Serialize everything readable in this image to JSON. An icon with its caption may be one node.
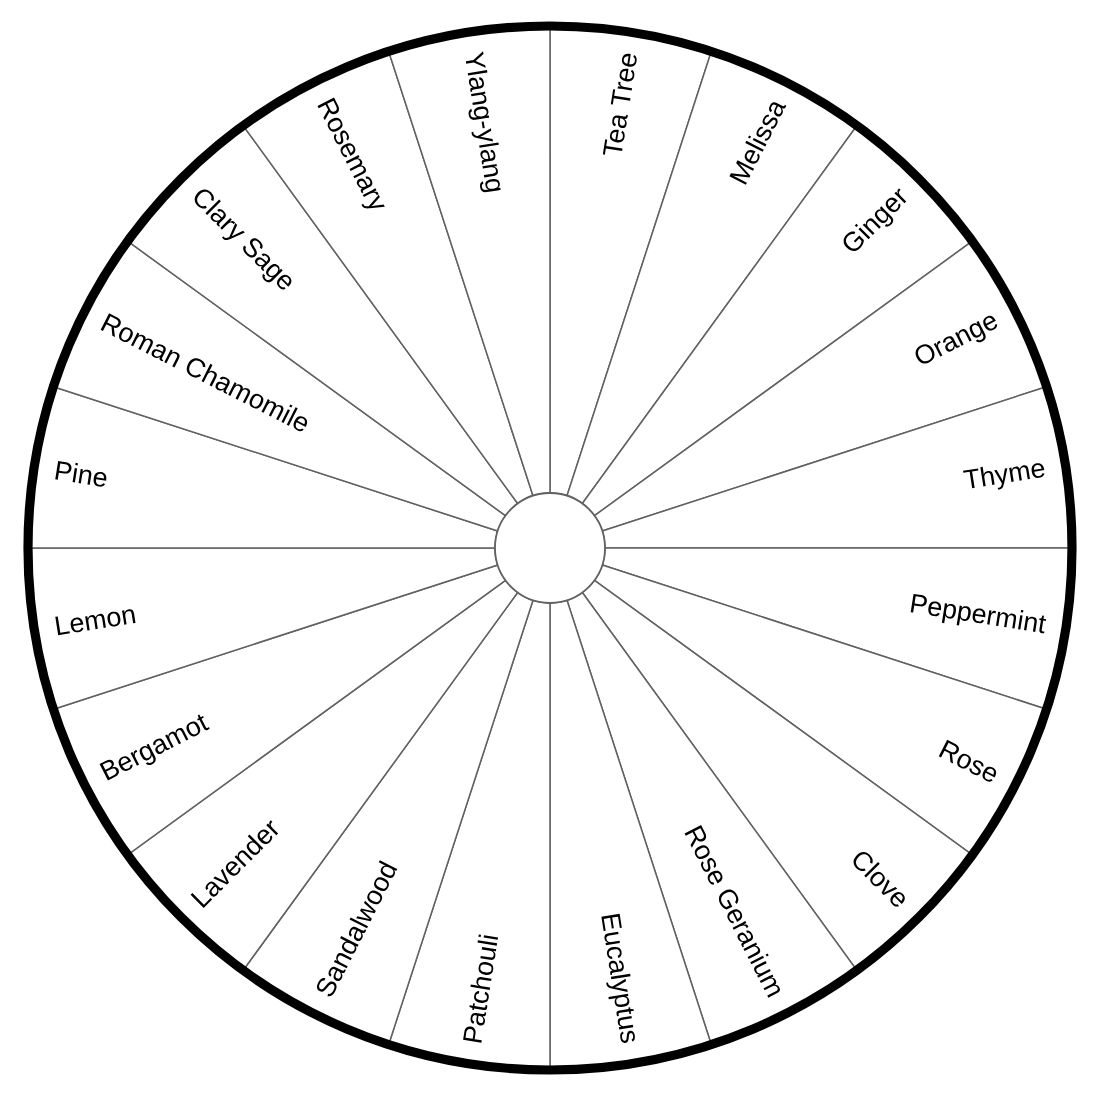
{
  "diagram": {
    "nodes": [
      {
        "text": [
          "Tea Tree"
        ]
      },
      {
        "text": [
          "Melissa"
        ]
      },
      {
        "text": [
          "Ginger"
        ]
      },
      {
        "text": [
          "Orange"
        ]
      },
      {
        "text": [
          "Thyme"
        ]
      },
      {
        "text": [
          "Peppermint"
        ]
      },
      {
        "text": [
          "Rose"
        ]
      },
      {
        "text": [
          "Clove"
        ]
      },
      {
        "text": [
          "Rose Geranium"
        ]
      },
      {
        "text": [
          "Eucalyptus"
        ]
      },
      {
        "text": [
          "Patchouli"
        ]
      },
      {
        "text": [
          "Sandalwood"
        ]
      },
      {
        "text": [
          "Lavender"
        ]
      },
      {
        "text": [
          "Bergamot"
        ]
      },
      {
        "text": [
          "Lemon"
        ]
      },
      {
        "text": [
          "Pine"
        ]
      },
      {
        "text": [
          "Roman Chamomile"
        ]
      },
      {
        "text": [
          "Clary Sage"
        ]
      },
      {
        "text": [
          "Rosemary"
        ]
      },
      {
        "text": [
          "Ylang-ylang"
        ]
      },
      {
        "text": [],
        "shape": "circle"
      }
    ],
    "edges": []
  }
}
